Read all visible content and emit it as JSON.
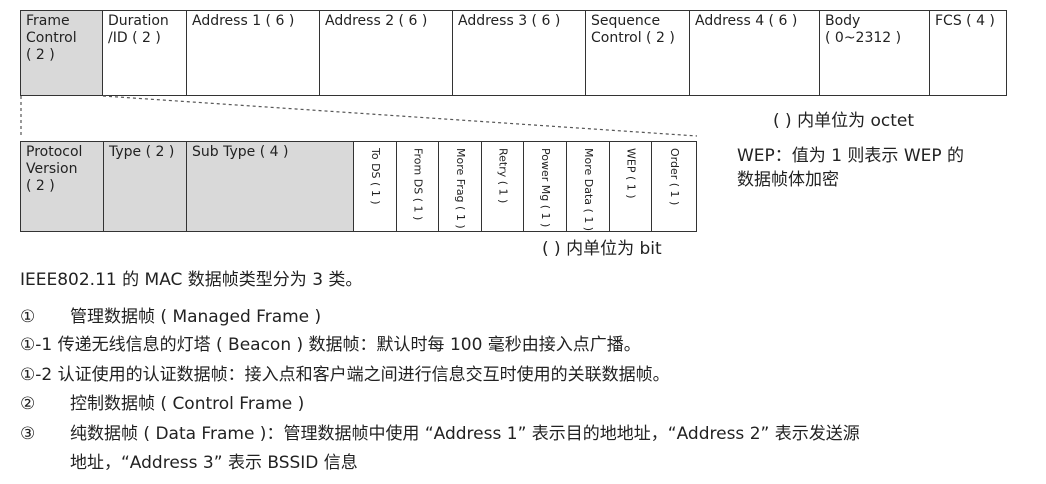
{
  "frame_fields": [
    {
      "label": "Frame\nControl\n( 2 )"
    },
    {
      "label": "Duration\n/ID ( 2 )"
    },
    {
      "label": "Address 1 ( 6 )"
    },
    {
      "label": "Address 2 ( 6 )"
    },
    {
      "label": "Address 3 ( 6 )"
    },
    {
      "label": "Sequence\nControl ( 2 )"
    },
    {
      "label": "Address 4 ( 6 )"
    },
    {
      "label": "Body\n( 0~2312 )"
    },
    {
      "label": "FCS ( 4 )"
    }
  ],
  "frame_unit_note": "( ) 内单位为 octet",
  "fc_fields": [
    {
      "label": "Protocol\nVersion\n( 2 )"
    },
    {
      "label": "Type ( 2 )"
    },
    {
      "label": "Sub Type ( 4 )"
    }
  ],
  "fc_bits": [
    {
      "label": "To DS ( 1 )"
    },
    {
      "label": "From DS ( 1 )"
    },
    {
      "label": "More Frag ( 1 )"
    },
    {
      "label": "Retry ( 1 )"
    },
    {
      "label": "Power Mg ( 1 )"
    },
    {
      "label": "More Data ( 1 )"
    },
    {
      "label": "WEP ( 1 )"
    },
    {
      "label": "Order ( 1 )"
    }
  ],
  "wep_note_1": "WEP：值为 1 则表示 WEP 的",
  "wep_note_2": "数据帧体加密",
  "bit_unit_note": "( ) 内单位为 bit",
  "intro": "IEEE802.11 的 MAC 数据帧类型分为 3 类。",
  "items": [
    {
      "marker": "①",
      "text": "管理数据帧 ( Managed Frame )"
    },
    {
      "marker": "",
      "text": "①-1 传递无线信息的灯塔 ( Beacon ) 数据帧：默认时每 100 毫秒由接入点广播。"
    },
    {
      "marker": "",
      "text": "①-2 认证使用的认证数据帧：接入点和客户端之间进行信息交互时使用的关联数据帧。"
    },
    {
      "marker": "②",
      "text": "控制数据帧 ( Control Frame )"
    },
    {
      "marker": "③",
      "text": "纯数据帧 ( Data Frame )：管理数据帧中使用 “Address 1” 表示目的地地址，“Address 2” 表示发送源"
    },
    {
      "marker": "",
      "text": "地址，“Address 3” 表示 BSSID 信息"
    }
  ],
  "colors": {
    "shaded": "#d9d9d9",
    "border": "#333333",
    "text": "#222222"
  }
}
